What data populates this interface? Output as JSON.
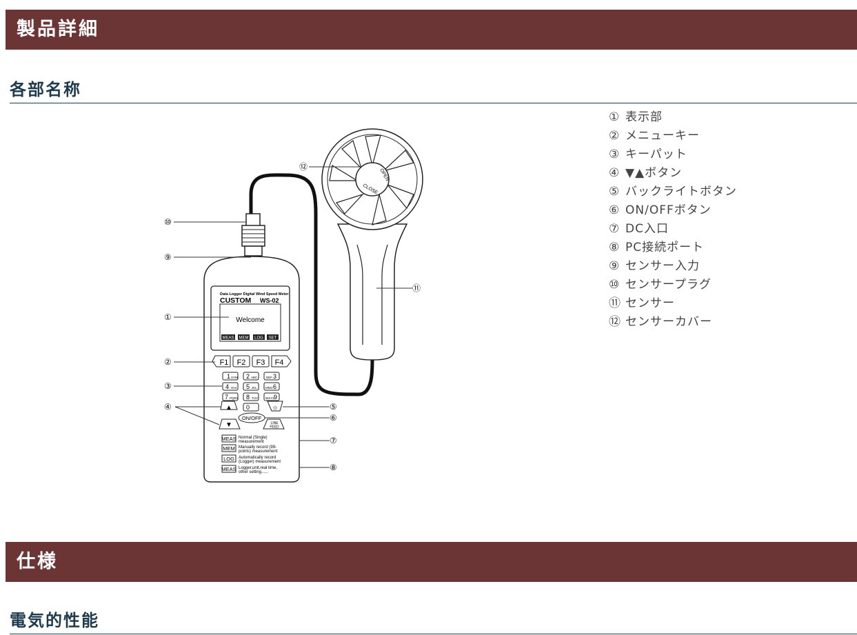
{
  "header": {
    "title": "製品詳細"
  },
  "section_parts": {
    "heading": "各部名称"
  },
  "parts_list": [
    {
      "num": "①",
      "label": "表示部"
    },
    {
      "num": "②",
      "label": "メニューキー"
    },
    {
      "num": "③",
      "label": "キーパット"
    },
    {
      "num": "④",
      "label": "▼▲ボタン"
    },
    {
      "num": "⑤",
      "label": "バックライトボタン"
    },
    {
      "num": "⑥",
      "label": "ON/OFFボタン"
    },
    {
      "num": "⑦",
      "label": "DC入口"
    },
    {
      "num": "⑧",
      "label": "PC接続ポート"
    },
    {
      "num": "⑨",
      "label": "センサー入力"
    },
    {
      "num": "⑩",
      "label": "センサープラグ"
    },
    {
      "num": "⑪",
      "label": "センサー"
    },
    {
      "num": "⑫",
      "label": "センサーカバー"
    }
  ],
  "device": {
    "model_line": "Data Logger Digital Wind Speed Meter",
    "brand": "CUSTOM",
    "model": "WS-02",
    "screen_text": "Welcome",
    "softkeys": [
      "MEAS",
      "MEM",
      "LOG",
      "SET"
    ],
    "fkeys": [
      "F1",
      "F2",
      "F3",
      "F4"
    ],
    "keypad": [
      [
        "1",
        "SYM"
      ],
      [
        "2",
        "ABC"
      ],
      [
        "3",
        "DEF"
      ],
      [
        "4",
        "GHI"
      ],
      [
        "5",
        "JKL"
      ],
      [
        "6",
        "MNO"
      ],
      [
        "7",
        "PQRS"
      ],
      [
        "8",
        "TUV"
      ],
      [
        "9",
        "WXYZ"
      ]
    ],
    "zero_key": "0",
    "up_arrow": "▲",
    "down_arrow": "▼",
    "backlight_symbol": "☼",
    "onoff_label": "ON/OFF",
    "linefeed_line1": "LINE",
    "linefeed_line2": "FEED",
    "legend": [
      {
        "key": "MEAS",
        "line1": "Normal (Single)",
        "line2": "measurement"
      },
      {
        "key": "MEM",
        "line1": "Manually record (99-",
        "line2": "points) measurement"
      },
      {
        "key": "LOG",
        "line1": "Automatically record",
        "line2": "(Logger) measurement"
      },
      {
        "key": "MEAS",
        "line1": "Logger,unit,real time,",
        "line2": "other setting......"
      }
    ],
    "callouts": [
      "①",
      "②",
      "③",
      "④",
      "⑤",
      "⑥",
      "⑦",
      "⑧",
      "⑨",
      "⑩",
      "⑪",
      "⑫"
    ],
    "sensor_open": "OPEN",
    "sensor_close": "CLOSE"
  },
  "section_spec": {
    "title": "仕様"
  },
  "section_electrical": {
    "heading": "電気的性能"
  }
}
